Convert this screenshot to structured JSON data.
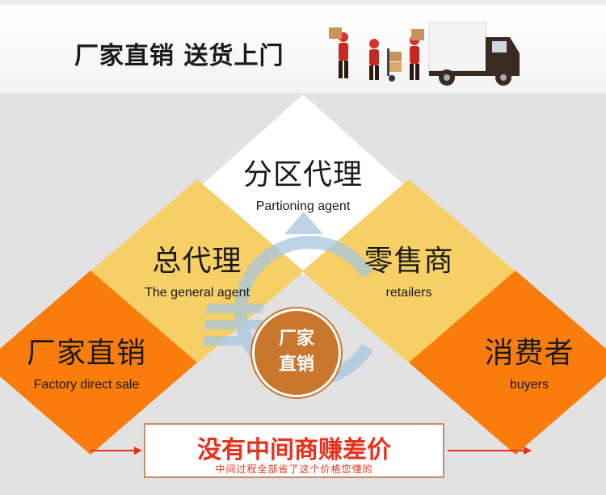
{
  "banner": {
    "title": "厂家直销 送货上门"
  },
  "diamonds": {
    "top": {
      "zh": "分区代理",
      "en": "Partioning agent"
    },
    "mid_left": {
      "zh": "总代理",
      "en": "The general agent"
    },
    "mid_right": {
      "zh": "零售商",
      "en": "retailers"
    },
    "left": {
      "zh": "厂家直销",
      "en": "Factory direct sale"
    },
    "right": {
      "zh": "消费者",
      "en": "buyers"
    }
  },
  "circle": {
    "line1": "厂家",
    "line2": "直销"
  },
  "notice": {
    "main": "没有中间商赚差价",
    "sub": "中间过程全部省了这个价格您懂的"
  },
  "colors": {
    "orange": "#f97d0c",
    "yellow": "#f6cf67",
    "white": "#ffffff",
    "red": "#e8301c"
  }
}
